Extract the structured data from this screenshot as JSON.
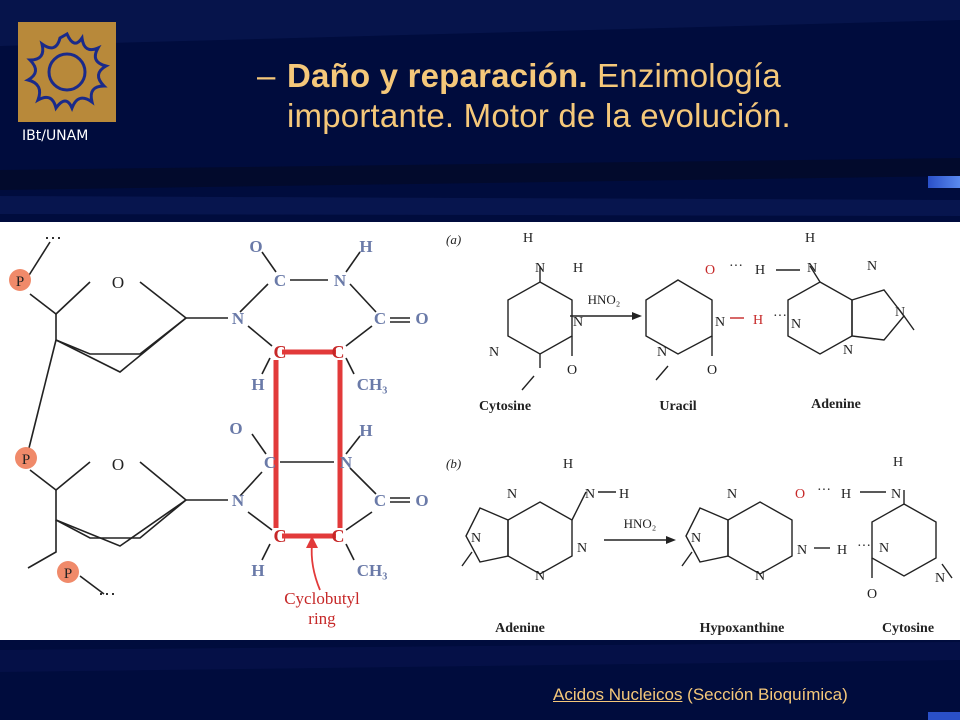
{
  "header": {
    "logo_label": "IBt/UNAM",
    "title_bold": "Daño y reparación.",
    "title_line1_rest": " Enzimología",
    "title_line2": "importante. Motor de la evolución."
  },
  "dimer": {
    "phosphate": "P",
    "ring_o": "O",
    "atom_c": "C",
    "atom_n": "N",
    "atom_o": "O",
    "atom_h": "H",
    "methyl": "CH₃",
    "dots": "⋯",
    "ring_label_1": "Cyclobutyl",
    "ring_label_2": "ring"
  },
  "reactions": {
    "panel_a": "(a)",
    "panel_b": "(b)",
    "reagent": "HNO₂",
    "a_reactant": "Cytosine",
    "a_product": "Uracil",
    "a_partner": "Adenine",
    "b_reactant": "Adenine",
    "b_product": "Hypoxanthine",
    "b_partner": "Cytosine",
    "atom_n": "N",
    "atom_h": "H",
    "atom_o": "O",
    "bond_h": "H",
    "dots": "···"
  },
  "footer": {
    "link": "Acidos Nucleicos",
    "rest": " (Sección Bioquímica)"
  },
  "colors": {
    "background": "#000c3d",
    "title": "#f5c87a",
    "cyclobutyl": "#e23a3a",
    "phosphate": "#f08a6a",
    "logo": "#b8893a"
  }
}
